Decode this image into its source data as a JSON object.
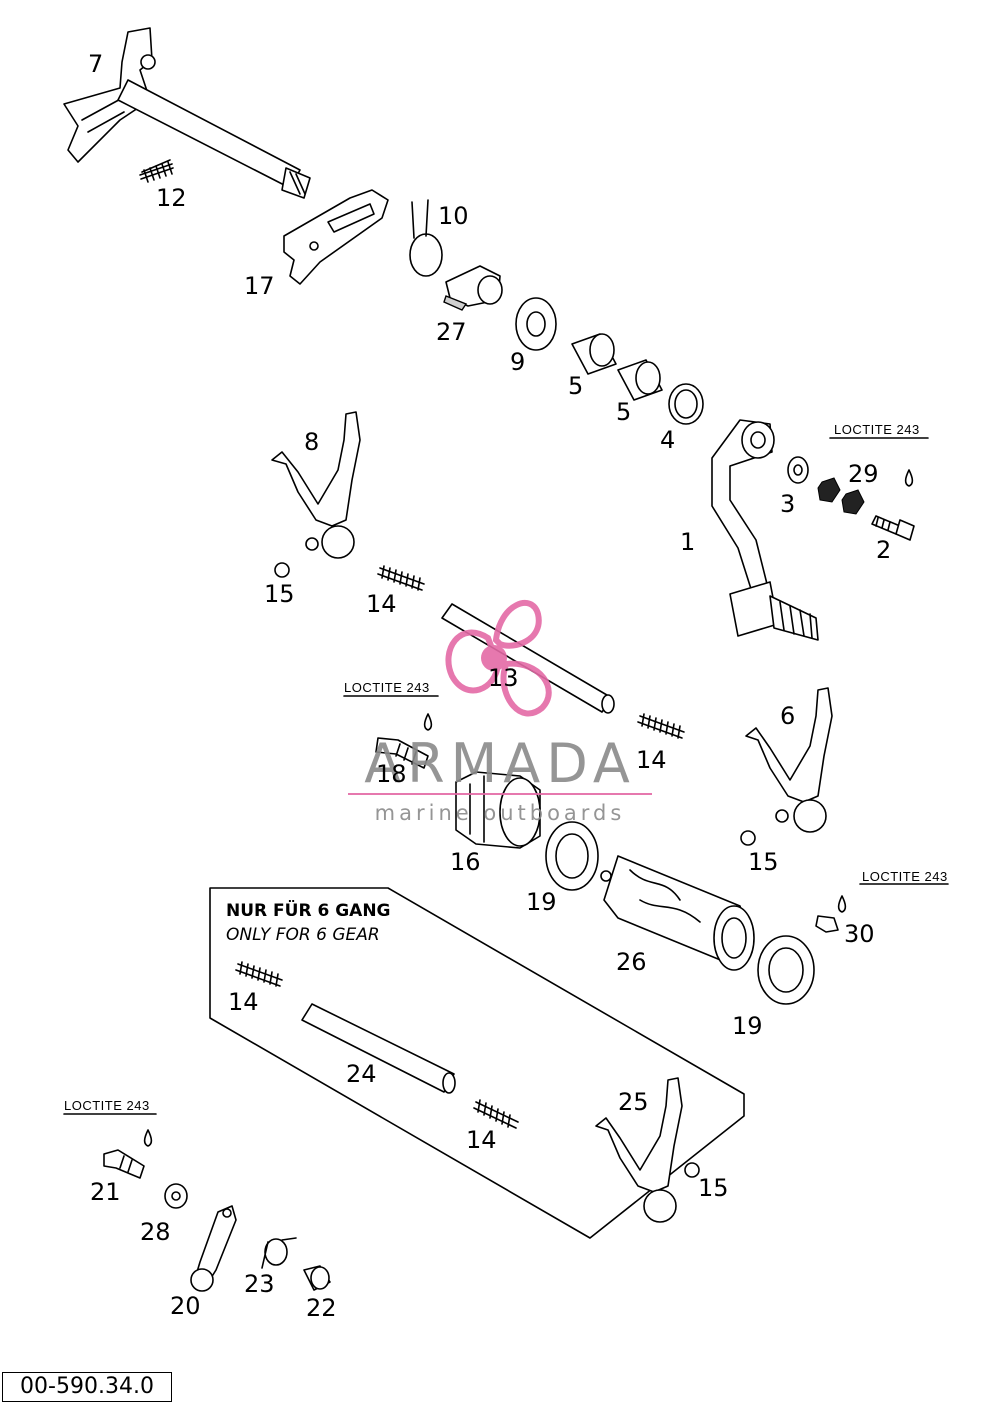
{
  "drawing_number": "00-590.34.0",
  "loctite_note": "LOCTITE 243",
  "box": {
    "title": "NUR FÜR 6 GANG",
    "subtitle": "ONLY FOR 6 GEAR"
  },
  "watermark": {
    "brand": "ARMADA",
    "tagline": "marine outboards",
    "color": "#e46aa6"
  },
  "part_labels": {
    "p1": "1",
    "p2": "2",
    "p3": "3",
    "p4": "4",
    "p5a": "5",
    "p5b": "5",
    "p6": "6",
    "p7": "7",
    "p8": "8",
    "p9": "9",
    "p10": "10",
    "p12": "12",
    "p13": "13",
    "p14a": "14",
    "p14b": "14",
    "p14c": "14",
    "p14d": "14",
    "p15a": "15",
    "p15b": "15",
    "p15c": "15",
    "p16": "16",
    "p17": "17",
    "p18": "18",
    "p19a": "19",
    "p19b": "19",
    "p20": "20",
    "p21": "21",
    "p22": "22",
    "p23": "23",
    "p24": "24",
    "p25": "25",
    "p26": "26",
    "p27": "27",
    "p28": "28",
    "p29": "29",
    "p30": "30"
  }
}
